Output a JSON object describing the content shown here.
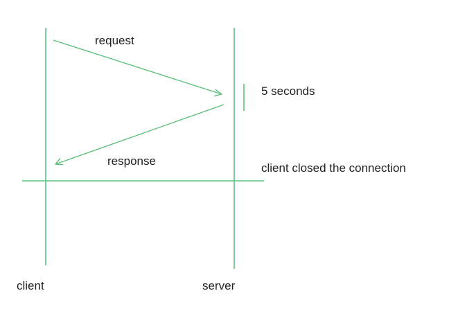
{
  "colors": {
    "line": "#5cc07a",
    "text": "#222222",
    "background": "#ffffff"
  },
  "participants": {
    "client": "client",
    "server": "server"
  },
  "messages": {
    "request": "request",
    "response": "response"
  },
  "annotations": {
    "delay": "5 seconds",
    "event": "client closed the connection"
  }
}
